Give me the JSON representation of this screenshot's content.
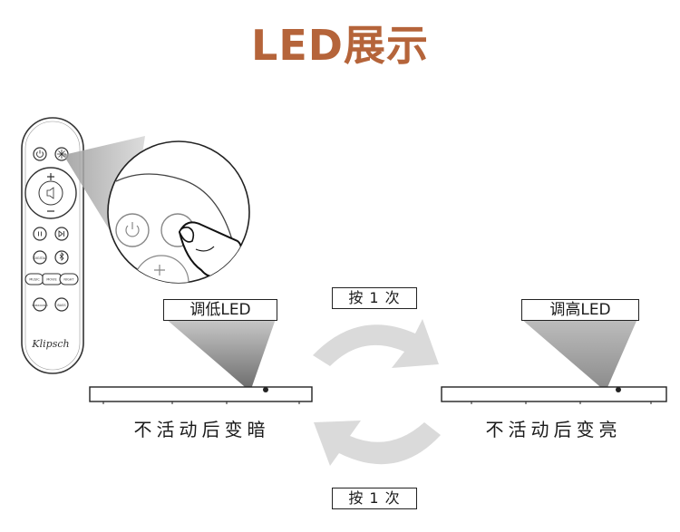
{
  "title": "LED展示",
  "left_state": {
    "indicator_label": "调低LED",
    "caption": "不活动后变暗"
  },
  "right_state": {
    "indicator_label": "调高LED",
    "caption": "不活动后变亮"
  },
  "steps": {
    "top": "按 1 次",
    "bottom": "按 1 次"
  },
  "remote": {
    "brand_logo": "Klipsch",
    "buttons": [
      "MUSIC",
      "MOVIE",
      "NIGHT",
      "DIGITAL",
      "SURROUND",
      "BASS"
    ]
  },
  "colors": {
    "title": "#b5643a",
    "arrow": "#d9d9d9",
    "beam": "#8c8c8c"
  }
}
